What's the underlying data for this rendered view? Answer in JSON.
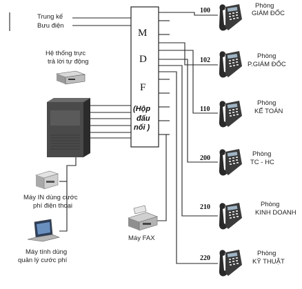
{
  "trunk": {
    "line1": "Trung kế",
    "line2": "Bưu điện"
  },
  "mdf": {
    "letter1": "M",
    "letter2": "D",
    "letter3": "F",
    "box1": "(Hộp",
    "box2": "đấu",
    "box3": "nối )"
  },
  "ivr": {
    "line1": "Hệ thống trực",
    "line2": "trả lời tự động"
  },
  "printer": {
    "line1": "Máy IN dùng cước",
    "line2": "phí điện thoại"
  },
  "laptop": {
    "line1": "Máy tính dùng",
    "line2": "quản lý cước phí"
  },
  "fax": {
    "label": "Máy FAX"
  },
  "extensions": [
    {
      "ext": "100",
      "line1": "Phòng",
      "line2": "GIÁM ĐỐC"
    },
    {
      "ext": "102",
      "line1": "Phòng",
      "line2": "P.GIÁM ĐỐC"
    },
    {
      "ext": "110",
      "line1": "Phòng",
      "line2": "KẾ TOÁN"
    },
    {
      "ext": "200",
      "line1": "Phòng",
      "line2": "TC - HC"
    },
    {
      "ext": "210",
      "line1": "Phòng",
      "line2": "KINH DOANH"
    },
    {
      "ext": "220",
      "line1": "Phòng",
      "line2": "KỸ THUẬT"
    }
  ],
  "icons": {
    "phone": "desk-phone-icon",
    "pbx": "pbx-cabinet-icon",
    "ivr": "voice-mail-server-icon",
    "printer": "printer-icon",
    "laptop": "laptop-icon",
    "fax": "fax-machine-icon"
  }
}
